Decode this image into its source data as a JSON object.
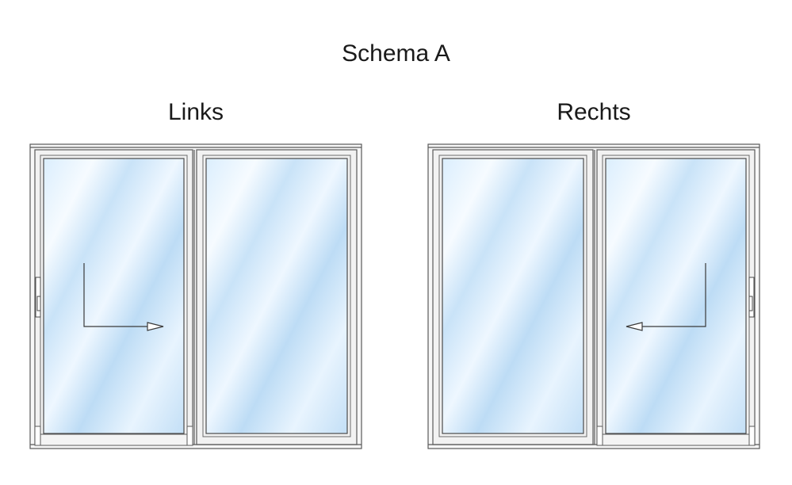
{
  "title": "Schema A",
  "diagrams": [
    {
      "label": "Links"
    },
    {
      "label": "Rechts"
    }
  ],
  "colors": {
    "frame_stroke": "#5a5a5a",
    "frame_fill": "#f2f2f2",
    "glass_light": "#f4f9ff",
    "glass_blue": "#bcdcf5",
    "arrow": "#3a3a3a"
  }
}
